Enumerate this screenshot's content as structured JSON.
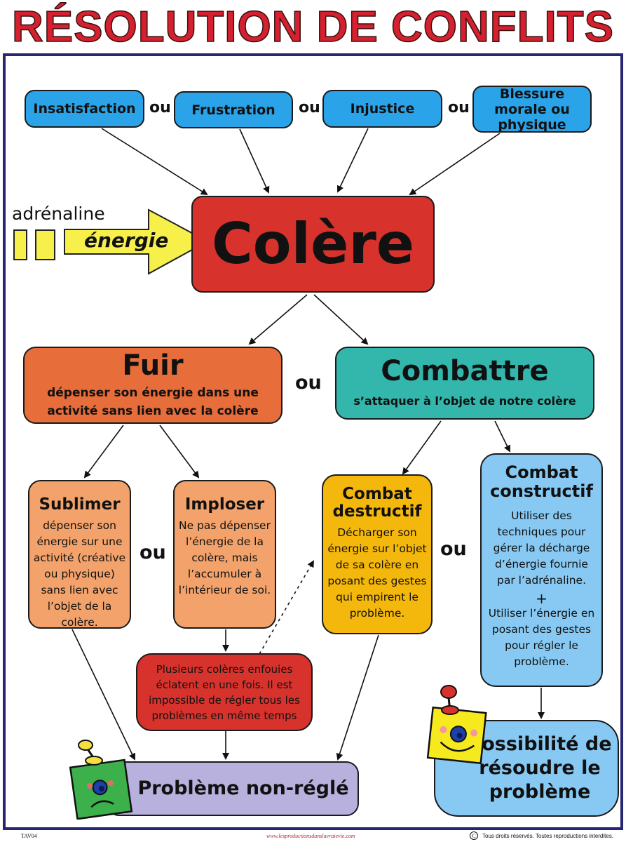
{
  "title": "RÉSOLUTION DE CONFLITS",
  "causes": {
    "c1": "Insatisfaction",
    "c2": "Frustration",
    "c3": "Injustice",
    "c4": "Blessure morale ou physique",
    "ou": "ou"
  },
  "energy": {
    "adrenaline": "adrénaline",
    "energie": "énergie"
  },
  "colere": "Colère",
  "fuir": {
    "title": "Fuir",
    "desc": "dépenser son énergie dans une activité sans lien avec la colère"
  },
  "combattre": {
    "title": "Combattre",
    "desc": "s’attaquer à l’objet de notre colère"
  },
  "sublimer": {
    "title": "Sublimer",
    "desc": "dépenser son énergie sur une activité (créative ou physique) sans lien avec l’objet de la colère."
  },
  "imploser": {
    "title": "Imploser",
    "desc": "Ne pas dépenser l’énergie de la colère, mais l’accumuler à l’intérieur de soi."
  },
  "destructif": {
    "title": "Combat destructif",
    "desc": "Décharger son énergie sur l’objet de sa colère en posant des gestes qui empirent le problème."
  },
  "constructif": {
    "title": "Combat constructif",
    "desc1": "Utiliser des techniques pour gérer la décharge d’énergie fournie par l’adrénaline.",
    "plus": "+",
    "desc2": "Utiliser l’énergie en posant des gestes pour régler le problème."
  },
  "explosion": "Plusieurs colères enfouies éclatent en une fois. Il est impossible de régler tous les problèmes en même temps",
  "nonregle": "Problème non-réglé",
  "possibilite": "Possibilité de résoudre le problème",
  "footer": {
    "code": "TAV04",
    "url": "www.lesproductionsdanslavraievie.com",
    "copyright_symbol": "C",
    "rights": "Tous droits réservés. Toutes reproductions interdites."
  },
  "colors": {
    "title": "#d5202f",
    "frame": "#262672",
    "blue": "#2aa3e8",
    "red": "#d8322c",
    "orange": "#e76d3a",
    "teal": "#33b7ad",
    "peach": "#f2a26a",
    "yellow": "#f4b70b",
    "lightblue": "#87c9f3",
    "lavender": "#b8b0dd"
  }
}
